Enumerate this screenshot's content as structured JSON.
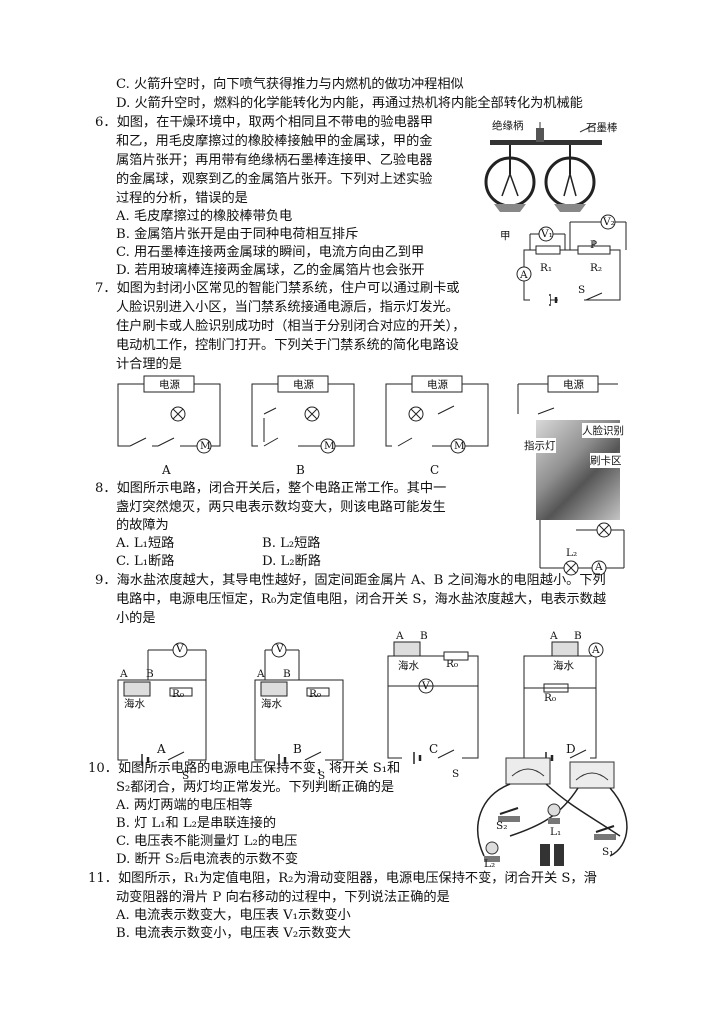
{
  "q5": {
    "c": "C. 火箭升空时，向下喷气获得推力与内燃机的做功冲程相似",
    "d": "D. 火箭升空时，燃料的化学能转化为内能，再通过热机将内能全部转化为机械能"
  },
  "q6": {
    "lines": [
      "6．如图，在干燥环境中，取两个相同且不带电的验电器甲",
      "和乙，用毛皮摩擦过的橡胶棒接触甲的金属球，甲的金",
      "属箔片张开；再用带有绝缘柄石墨棒连接甲、乙验电器",
      "的金属球，观察到乙的金属箔片张开。下列对上述实验",
      "过程的分析，错误的是"
    ],
    "options": [
      "A. 毛皮摩擦过的橡胶棒带负电",
      "B. 金属箔片张开是由于同种电荷相互排斥",
      "C. 用石墨棒连接两金属球的瞬间，电流方向由乙到甲",
      "D. 若用玻璃棒连接两金属球，乙的金属箔片也会张开"
    ],
    "figure": {
      "handle_label": "绝缘柄",
      "rod_label": "石墨棒",
      "a_label": "甲"
    }
  },
  "q7": {
    "lines": [
      "7．如图为封闭小区常见的智能门禁系统，住户可以通过刷卡或",
      "人脸识别进入小区，当门禁系统接通电源后，指示灯发光。",
      "住户刷卡或人脸识别成功时（相当于分别闭合对应的开关），",
      "电动机工作，控制门打开。下列关于门禁系统的简化电路设",
      "计合理的是"
    ],
    "source_label": "电源",
    "motor": "M",
    "choices": [
      "A",
      "B",
      "C"
    ],
    "photo_labels": {
      "face": "人脸识别",
      "lamp": "指示灯",
      "card": "刷卡区"
    }
  },
  "fig_right": {
    "v1": "V₁",
    "v2": "V₂",
    "r1": "R₁",
    "r2": "R₂",
    "p": "P",
    "a": "A",
    "s": "S"
  },
  "q8": {
    "lines": [
      "8．如图所示电路，闭合开关后，整个电路正常工作。其中一",
      "盏灯突然熄灭，两只电表示数均变大，则该电路可能发生",
      "的故障为"
    ],
    "options": [
      "A. L₁短路",
      "B. L₂短路",
      "C. L₁断路",
      "D. L₂断路"
    ],
    "l2": "L₂",
    "a": "A"
  },
  "q9": {
    "lines": [
      "9．海水盐浓度越大，其导电性越好，固定间距金属片 A、B 之间海水的电阻越小。下列",
      "电路中，电源电压恒定，R₀为定值电阻，闭合开关 S，海水盐浓度越大，电表示数越",
      "小的是"
    ],
    "sea": "海水",
    "r0": "R₀",
    "a": "A",
    "b": "B",
    "s": "S",
    "v": "V",
    "amm": "A",
    "choices": [
      "A",
      "B",
      "C",
      "D"
    ]
  },
  "q10": {
    "lines": [
      "10．如图所示电路的电源电压保持不变，将开关 S₁和",
      "S₂都闭合，两灯均正常发光。下列判断正确的是"
    ],
    "options": [
      "A. 两灯两端的电压相等",
      "B. 灯 L₁和 L₂是串联连接的",
      "C. 电压表不能测量灯 L₂的电压",
      "D. 断开 S₂后电流表的示数不变"
    ],
    "fig": {
      "s2": "S₂",
      "l1": "L₁",
      "l2": "L₂",
      "s1": "S₁"
    }
  },
  "q11": {
    "lines": [
      "11．如图所示，R₁为定值电阻，R₂为滑动变阻器，电源电压保持不变，闭合开关 S，滑",
      "动变阻器的滑片 P 向右移动的过程中，下列说法正确的是"
    ],
    "options": [
      "A. 电流表示数变大，电压表 V₁示数变小",
      "B. 电流表示数变小，电压表 V₂示数变大"
    ]
  }
}
